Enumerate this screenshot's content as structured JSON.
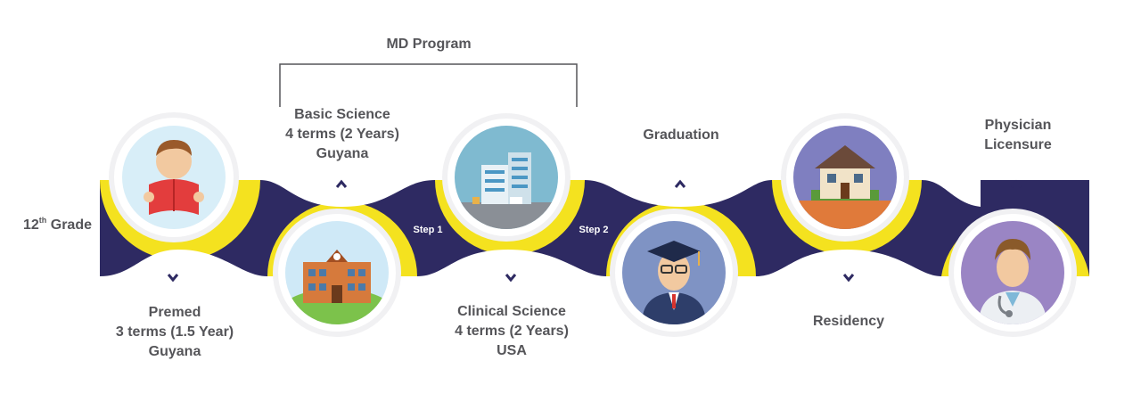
{
  "header": {
    "md_program": "MD Program"
  },
  "milestones": {
    "grade": {
      "text": "12",
      "sup": "th",
      "suffix": " Grade"
    },
    "premed": [
      "Premed",
      "3 terms (1.5 Year)",
      "Guyana"
    ],
    "basic_science": [
      "Basic Science",
      "4 terms (2 Years)",
      "Guyana"
    ],
    "clinical_science": [
      "Clinical Science",
      "4 terms (2 Years)",
      "USA"
    ],
    "graduation": "Graduation",
    "residency": "Residency",
    "licensure": [
      "Physician",
      "Licensure"
    ]
  },
  "steps": {
    "step1": "Step 1",
    "step2": "Step 2"
  },
  "icons": [
    "student-reading-icon",
    "school-building-icon",
    "hospital-icon",
    "graduate-icon",
    "house-icon",
    "doctor-icon"
  ],
  "colors": {
    "band": "#2e2a62",
    "accent": "#f4e21f",
    "text": "#555559",
    "chevron": "#2e2a62"
  }
}
